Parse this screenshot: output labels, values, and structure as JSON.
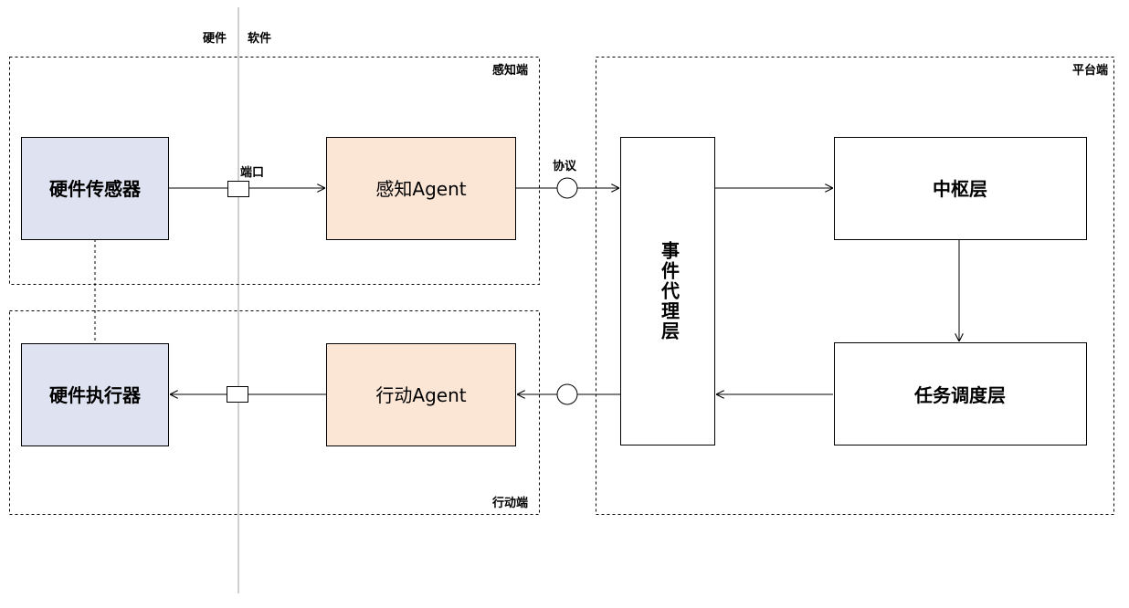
{
  "divider": {
    "hardware_label": "硬件",
    "software_label": "软件"
  },
  "zones": {
    "perception": "感知端",
    "action": "行动端",
    "platform": "平台端"
  },
  "boxes": {
    "hardware_sensor": "硬件传感器",
    "hardware_actuator": "硬件执行器",
    "perception_agent": "感知Agent",
    "action_agent": "行动Agent",
    "event_proxy_layer": "事件代理层",
    "hub_layer": "中枢层",
    "task_scheduling_layer": "任务调度层"
  },
  "connectors": {
    "port_label": "端口",
    "protocol_label": "协议"
  },
  "colors": {
    "hardware_fill": "#dfe3f1",
    "agent_fill": "#fbe6d6",
    "platform_fill": "#ffffff",
    "divider_stroke": "#c0c0c0"
  }
}
